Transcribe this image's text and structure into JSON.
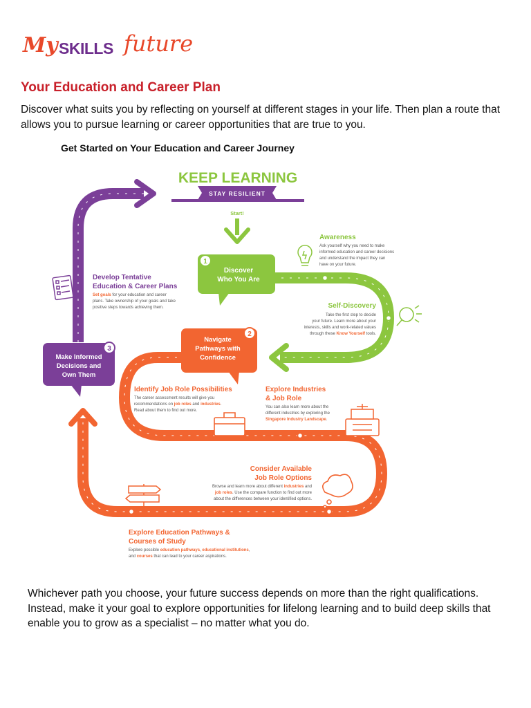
{
  "logo": {
    "part1": "My",
    "part2": "SKILLS",
    "part3": "future"
  },
  "header": {
    "title": "Your Education and Career Plan",
    "intro": "Discover what suits you by reflecting on yourself at different stages in your life. Then plan a route that allows you to pursue learning or career opportunities that are true to you."
  },
  "infographic": {
    "subtitle": "Get Started on Your Education and Career Journey",
    "banner": {
      "title": "KEEP LEARNING",
      "ribbon": "STAY RESILIENT"
    },
    "start_label": "Start!",
    "steps": [
      {
        "number": "1",
        "line1": "Discover",
        "line2": "Who You Are",
        "line3": ""
      },
      {
        "number": "2",
        "line1": "Navigate",
        "line2": "Pathways with",
        "line3": "Confidence"
      },
      {
        "number": "3",
        "line1": "Make Informed",
        "line2": "Decisions and",
        "line3": "Own Them"
      }
    ],
    "awareness": {
      "title": "Awareness",
      "lines": [
        "Ask yourself why you need to make",
        "informed education and career decisions",
        "and understand the impact they can",
        "have on your future."
      ]
    },
    "self_discovery": {
      "title": "Self-Discovery",
      "lines": [
        "Take the first step to decide",
        "your future. Learn more about your",
        "interests, skills and work-related values"
      ],
      "last_prefix": "through these ",
      "last_link": "Know Yourself",
      "last_suffix": " tools."
    },
    "develop_plans": {
      "title_line1": "Develop Tentative",
      "title_line2": "Education & Career Plans",
      "link": "Set goals",
      "line1_suffix": " for your education and career",
      "lines": [
        "plans. Take ownership of your goals and take",
        "positive steps towards achieving them."
      ]
    },
    "identify_roles": {
      "title": "Identify Job Role Possibilities",
      "line1": "The career assessment results will give you",
      "l2_a": "recommendations on ",
      "l2_link1": "job roles",
      "l2_b": " and ",
      "l2_link2": "industries",
      "l2_c": ".",
      "line3": "Read about them to find out more."
    },
    "explore_industries": {
      "title_line1": "Explore Industries",
      "title_line2": "& Job Role",
      "line1": "You can also learn more about the",
      "line2": "different industries by exploring the",
      "link": "Singapore Industry Landscape",
      "link_suffix": "."
    },
    "consider_options": {
      "title_line1": "Consider Available",
      "title_line2": "Job Role Options",
      "l1_a": "Browse and learn more about different ",
      "l1_link": "industries",
      "l1_b": " and",
      "l2_link": "job roles",
      "l2_b": ". Use the compare function to find out more",
      "line3": "about the differences between your identified options."
    },
    "explore_education": {
      "title_line1": "Explore Education Pathways &",
      "title_line2": "Courses of Study",
      "l1_a": "Explore possible ",
      "l1_link1": "education pathways",
      "l1_b": ", ",
      "l1_link2": "educational institutions",
      "l1_c": ",",
      "l2_a": "and ",
      "l2_link": "courses",
      "l2_b": " that can lead to your career aspirations."
    }
  },
  "footer": {
    "text": "Whichever path you choose, your future success depends on more than the right qualifications. Instead, make it your goal to explore opportunities for lifelong learning and to build deep skills that enable you to grow as a specialist – no matter what you do."
  },
  "colors": {
    "red": "#c8202a",
    "purple": "#7b3f98",
    "green": "#8cc63f",
    "orange": "#f26531",
    "text_gray": "#555555"
  }
}
